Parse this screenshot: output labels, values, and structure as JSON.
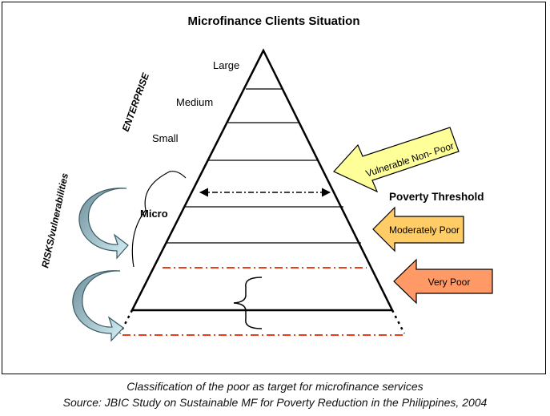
{
  "title": "Microfinance Clients Situation",
  "axis_labels": {
    "enterprise": "ENTERPRISE",
    "risks": "RISKS/vulnerabilities"
  },
  "levels": {
    "large": "Large",
    "medium": "Medium",
    "small": "Small",
    "micro": "Micro"
  },
  "poverty_threshold": "Poverty Threshold",
  "arrows": [
    {
      "label": "Vulnerable Non- Poor",
      "color": "#ffff99"
    },
    {
      "label": "Moderately Poor",
      "color": "#ffcc66"
    },
    {
      "label": "Very Poor",
      "color": "#ff9966"
    }
  ],
  "colors": {
    "threshold_line": "#e8401c",
    "curved_arrow": "#b8e0ea"
  },
  "caption": {
    "line1": "Classification of the poor as target for microfinance services",
    "line2": "Source: JBIC Study on Sustainable MF for Poverty Reduction in the Philippines, 2004"
  }
}
